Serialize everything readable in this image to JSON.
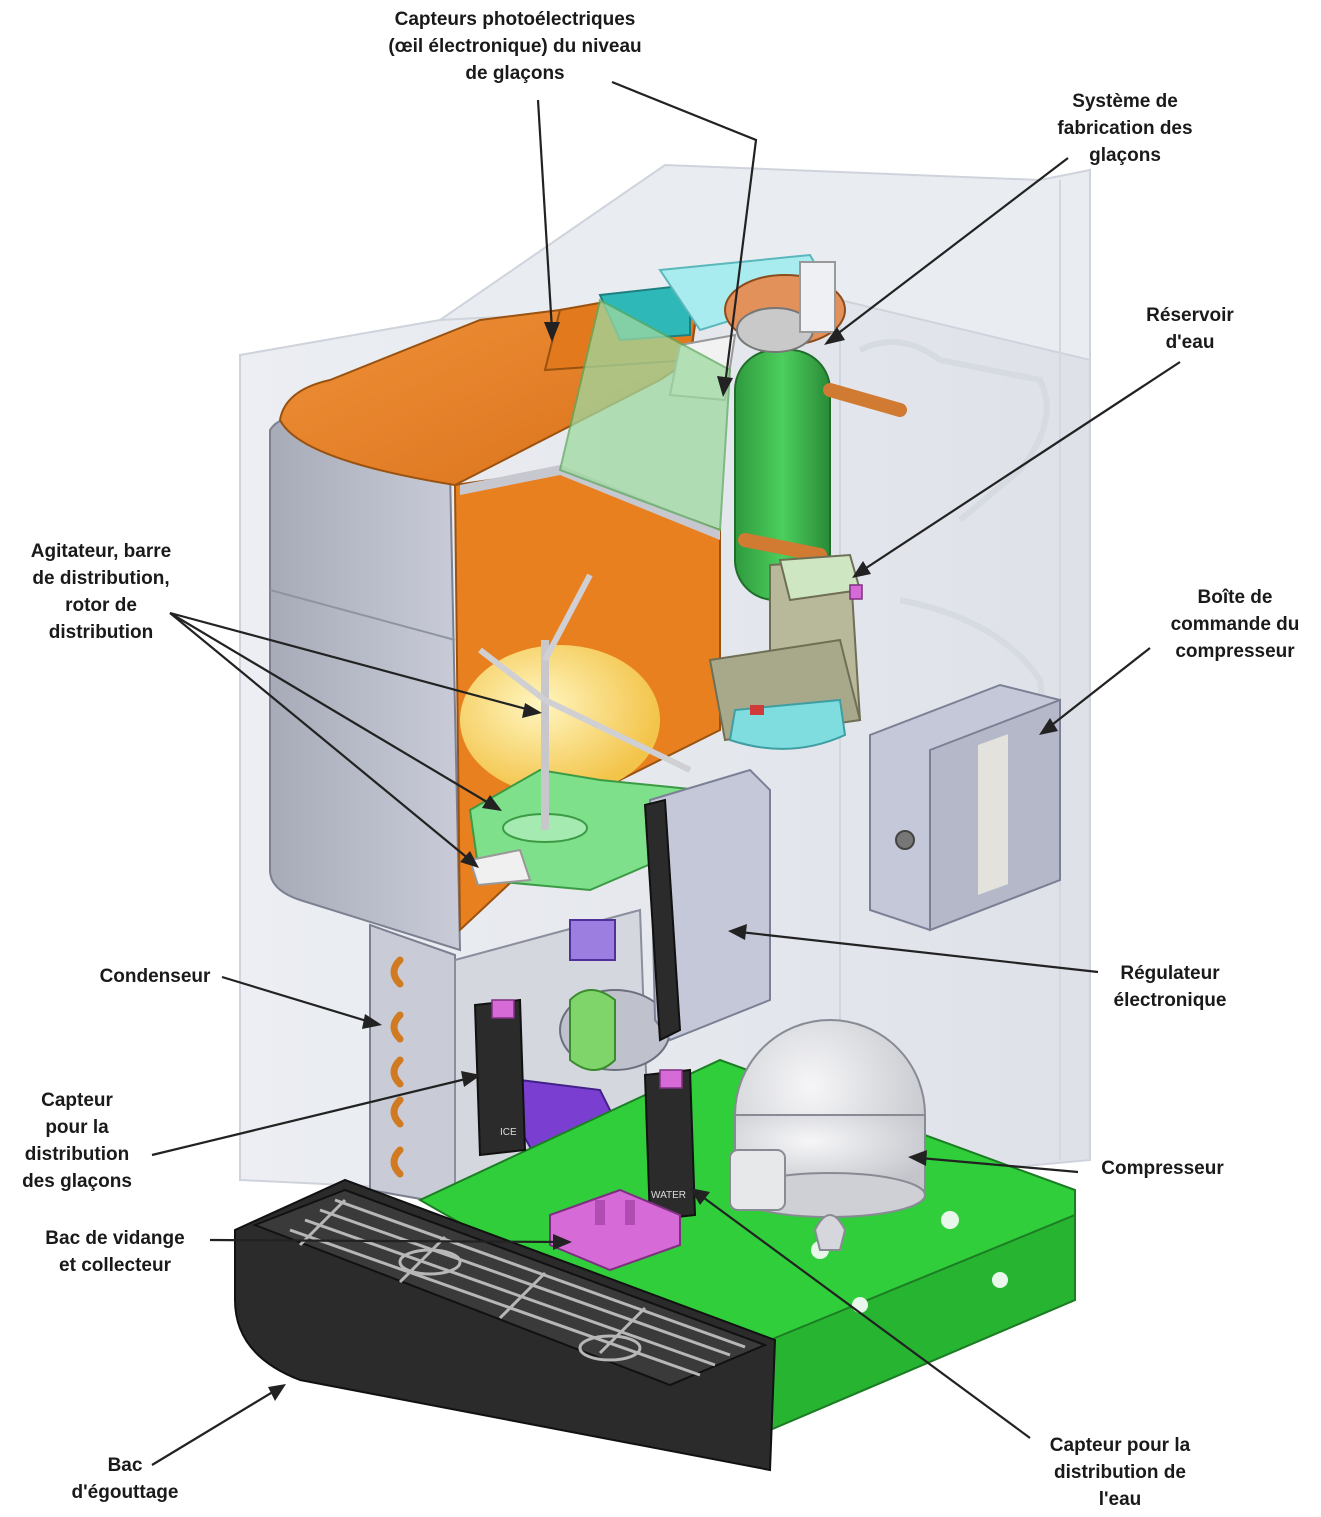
{
  "labels": {
    "photo_sensors": [
      "Capteurs photoélectriques",
      "(œil électronique) du niveau",
      "de glaçons"
    ],
    "ice_system": [
      "Système de",
      "fabrication des",
      "glaçons"
    ],
    "reservoir": [
      "Réservoir",
      "d'eau"
    ],
    "agitator": [
      "Agitateur, barre",
      "de distribution,",
      "rotor de",
      "distribution"
    ],
    "compressor_box": [
      "Boîte de",
      "commande du",
      "compresseur"
    ],
    "condenser": [
      "Condenseur"
    ],
    "regulator": [
      "Régulateur",
      "électronique"
    ],
    "ice_sensor": [
      "Capteur",
      "pour la",
      "distribution",
      "des glaçons"
    ],
    "compressor": [
      "Compresseur"
    ],
    "drain_pan": [
      "Bac de vidange",
      "et collecteur"
    ],
    "drip_tray": [
      "Bac",
      "d'égouttage"
    ],
    "water_sensor": [
      "Capteur pour la",
      "distribution de",
      "l'eau"
    ]
  },
  "panel_text": {
    "ice_icon_text": "ICE",
    "water_icon_text": "WATER"
  },
  "colors": {
    "cabinet_glass": "#dfe3ea",
    "hopper_orange": "#e8801f",
    "hopper_green": "#9fd9a0",
    "base_green": "#2fce3a",
    "cylinder_green": "#38b34a",
    "tray_black": "#2b2b2b",
    "purple": "#7a3fd0",
    "magenta": "#d66bd8",
    "cyan": "#8ee3e6",
    "regulator_gray": "#c5c8d8",
    "compressor_silver": "#dfe0e4"
  }
}
